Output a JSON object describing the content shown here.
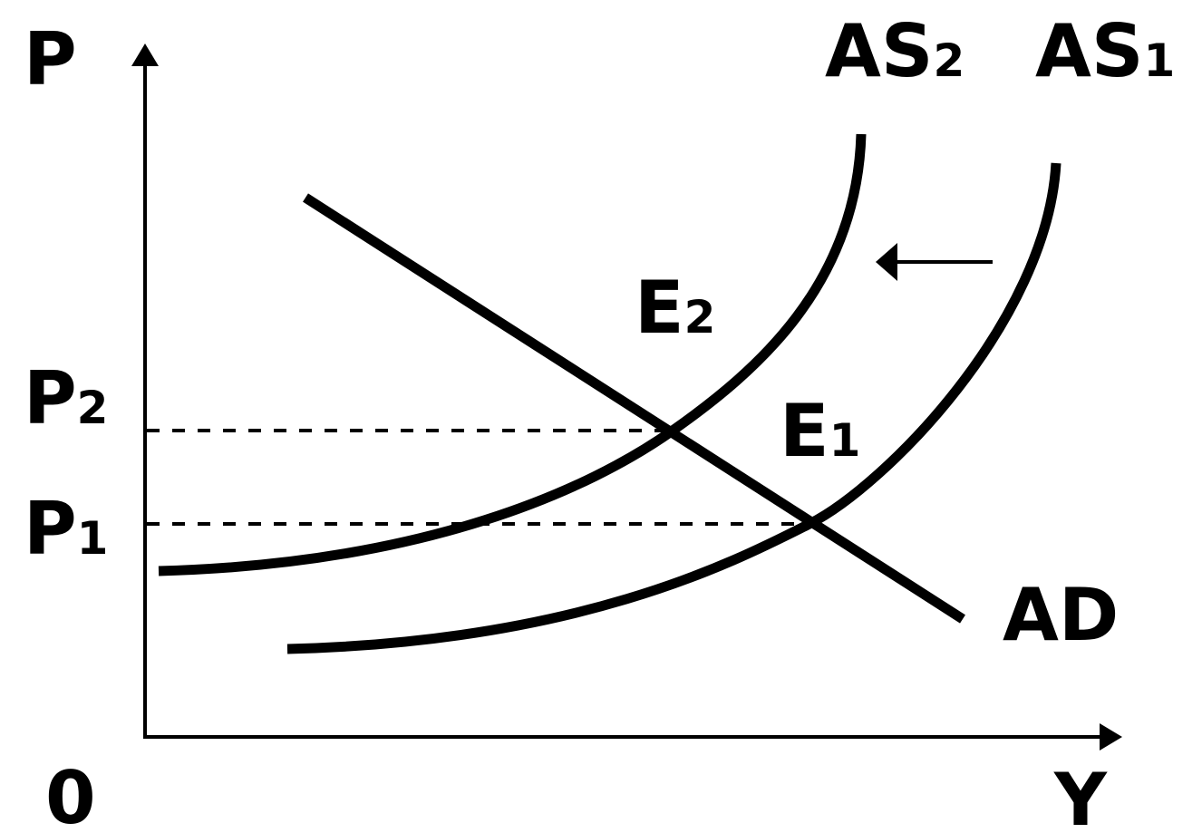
{
  "axes": {
    "y_label": "P",
    "x_label": "Y",
    "origin_label": "0"
  },
  "curves": {
    "as1": {
      "name": "AS",
      "subscript": "1"
    },
    "as2": {
      "name": "AS",
      "subscript": "2"
    },
    "ad": {
      "name": "AD"
    }
  },
  "points": {
    "e1": {
      "name": "E",
      "subscript": "1"
    },
    "e2": {
      "name": "E",
      "subscript": "2"
    }
  },
  "price_levels": {
    "p1": {
      "name": "P",
      "subscript": "1"
    },
    "p2": {
      "name": "P",
      "subscript": "2"
    }
  },
  "colors": {
    "ink": "#000000",
    "background": "#ffffff"
  }
}
